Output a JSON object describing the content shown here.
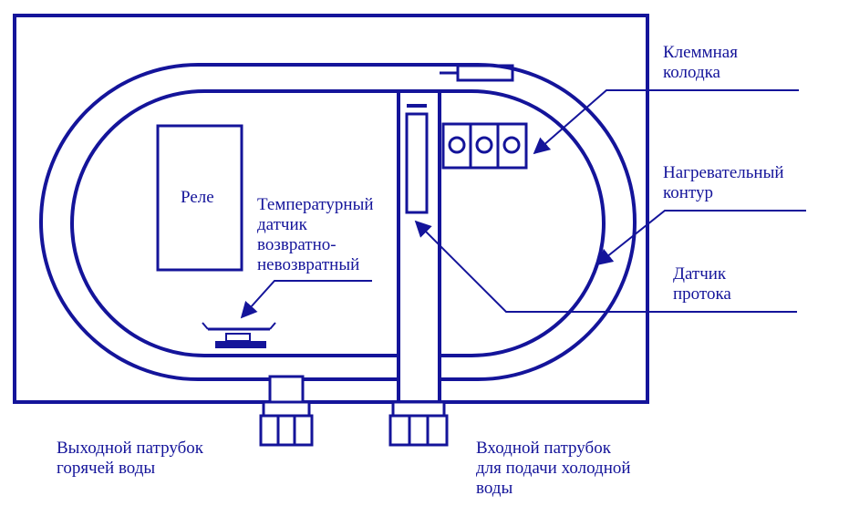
{
  "colors": {
    "stroke": "#14149a",
    "background": "#ffffff"
  },
  "labels": {
    "terminal_block": [
      "Клеммная",
      "колодка"
    ],
    "heating_circuit": [
      "Нагревательный",
      "контур"
    ],
    "flow_sensor": [
      "Датчик",
      "протока"
    ],
    "relay": "Реле",
    "temp_sensor": [
      "Температурный",
      "датчик",
      "возвратно-",
      "невозвратный"
    ],
    "outlet": [
      "Выходной патрубок",
      "горячей воды"
    ],
    "inlet": [
      "Входной патрубок",
      "для подачи холодной",
      "воды"
    ]
  }
}
